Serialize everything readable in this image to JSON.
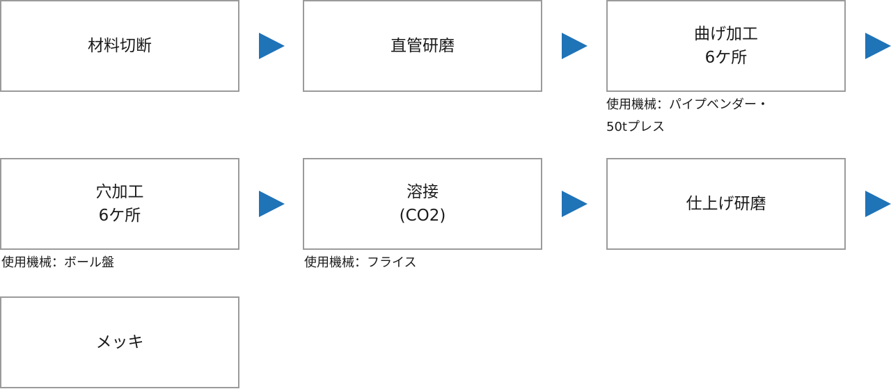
{
  "steps": [
    {
      "label": "材料切断",
      "note": ""
    },
    {
      "label": "直管研磨",
      "note": ""
    },
    {
      "label": "曲げ加工\n6ケ所",
      "note": "使用機械：パイプベンダー・\n50tプレス"
    },
    {
      "label": "穴加工\n6ケ所",
      "note": "使用機械：ボール盤"
    },
    {
      "label": "溶接\n(CO2)",
      "note": "使用機械：フライス"
    },
    {
      "label": "仕上げ研磨",
      "note": ""
    },
    {
      "label": "メッキ",
      "note": ""
    }
  ],
  "colors": {
    "arrow": "#1f73b7",
    "box_border": "#9a9a9a"
  }
}
